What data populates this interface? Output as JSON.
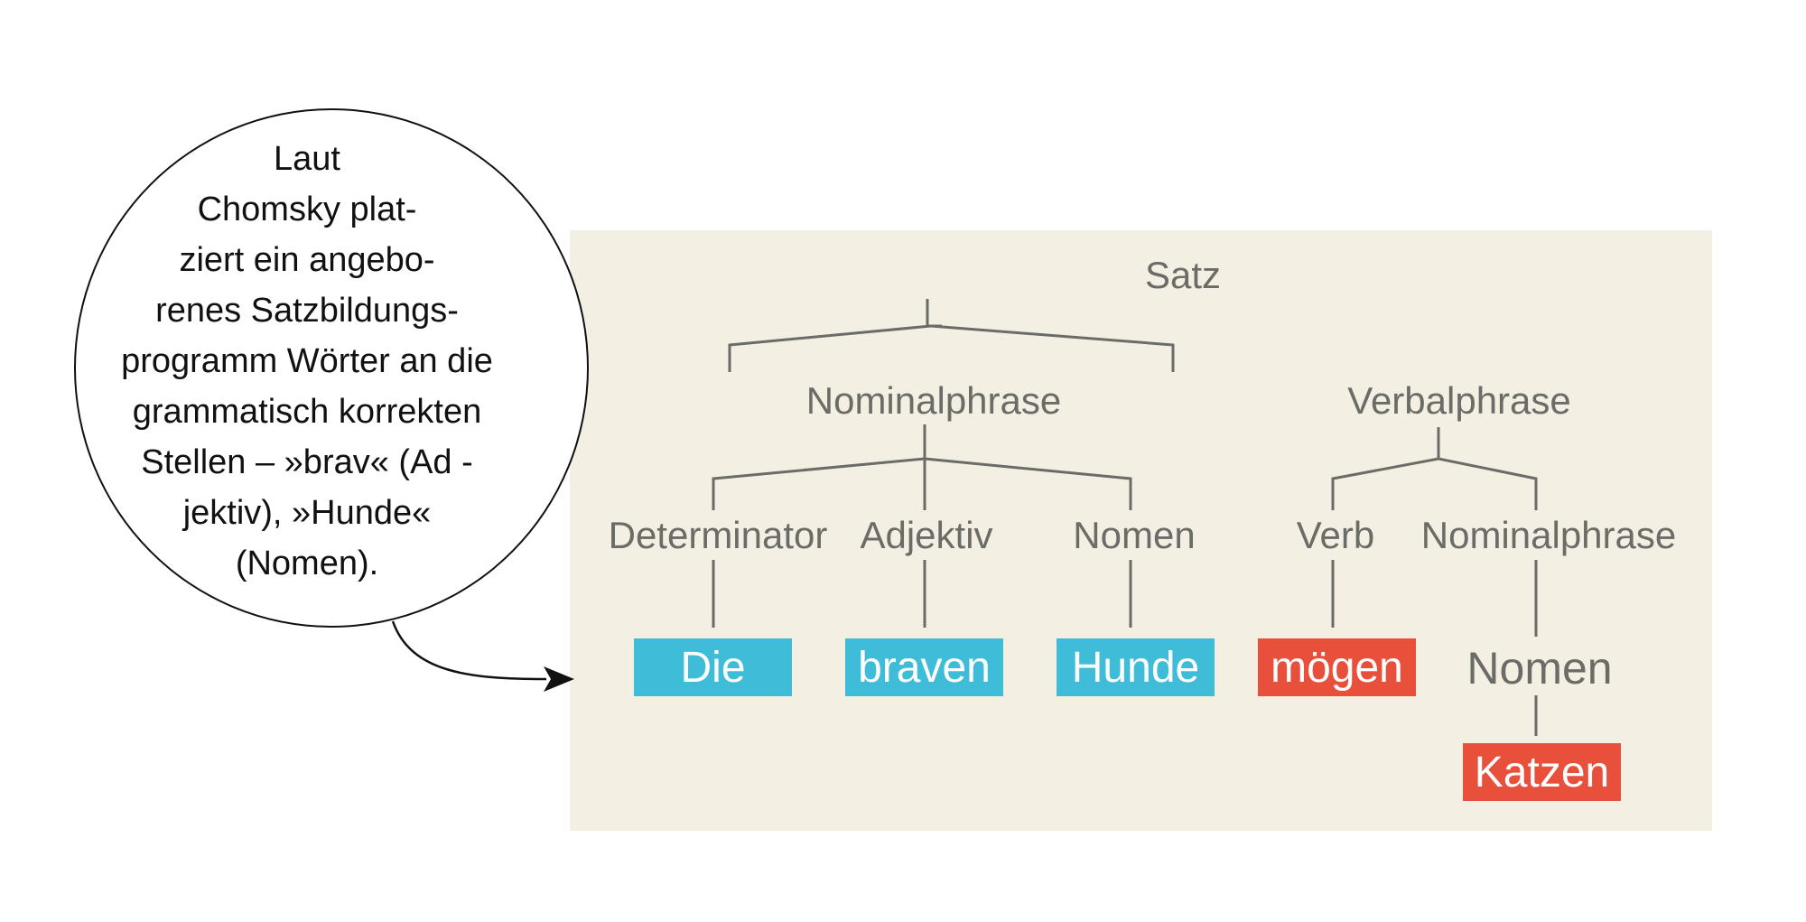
{
  "bubble": {
    "lines": [
      "Laut",
      "Chomsky plat-",
      "ziert ein angebo-",
      "renes Satzbildungs-",
      "programm Wörter an die",
      "grammatisch korrekten",
      "Stellen – »brav« (Ad  -",
      "jektiv), »Hunde«",
      "(Nomen)."
    ]
  },
  "tree": {
    "root": "Satz",
    "np": "Nominalphrase",
    "vp": "Verbalphrase",
    "det": "Determinator",
    "adj": "Adjektiv",
    "nomen1": "Nomen",
    "verb": "Verb",
    "np2": "Nominalphrase",
    "nomen2": "Nomen"
  },
  "words": {
    "die": "Die",
    "braven": "braven",
    "hunde": "Hunde",
    "moegen": "mögen",
    "katzen": "Katzen"
  },
  "colors": {
    "panel_background": "#f3efe3",
    "subject_words": "#3fbcd8",
    "predicate_words": "#e8503b",
    "tree_lines": "#6b6b67"
  }
}
